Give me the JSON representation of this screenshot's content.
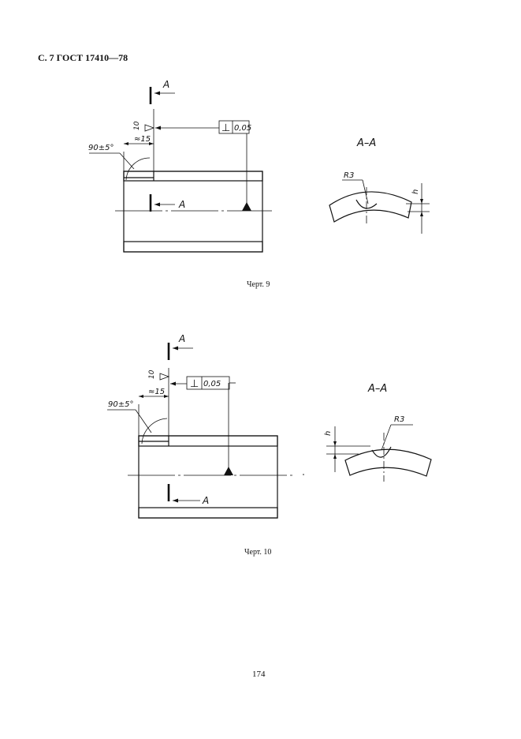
{
  "header": {
    "text": "С. 7 ГОСТ 17410—78"
  },
  "figure9": {
    "caption": "Черт. 9",
    "section_mark_top": "А",
    "section_mark_bottom": "А",
    "roughness": "10",
    "distance": "≈15",
    "angle": "90±5°",
    "tolerance_symbol": "⊥",
    "tolerance_value": "0,05",
    "section_title": "А–А",
    "radius": "R3",
    "depth": "h"
  },
  "figure10": {
    "caption": "Черт. 10",
    "section_mark_top": "А",
    "section_mark_bottom": "А",
    "roughness": "10",
    "distance": "≈15",
    "angle": "90±5°",
    "tolerance_symbol": "⊥",
    "tolerance_value": "0,05",
    "section_title": "А–А",
    "radius": "R3",
    "depth": "h"
  },
  "page_number": "174"
}
